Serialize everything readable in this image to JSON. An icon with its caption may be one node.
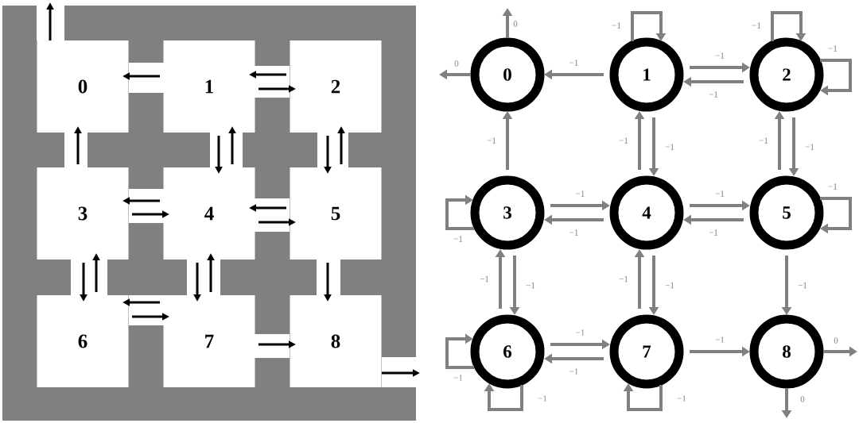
{
  "diagram": {
    "nodes": [
      {
        "text": [
          "0"
        ]
      },
      {
        "text": [
          "1"
        ]
      },
      {
        "text": [
          "2"
        ]
      },
      {
        "text": [
          "3"
        ]
      },
      {
        "text": [
          "4"
        ]
      },
      {
        "text": [
          "5"
        ]
      },
      {
        "text": [
          "6"
        ]
      },
      {
        "text": [
          "7"
        ]
      },
      {
        "text": [
          "8"
        ]
      },
      {
        "text": [
          "0"
        ]
      },
      {
        "text": [
          "1"
        ]
      },
      {
        "text": [
          "2"
        ]
      },
      {
        "text": [
          "3"
        ]
      },
      {
        "text": [
          "4"
        ]
      },
      {
        "text": [
          "5"
        ]
      },
      {
        "text": [
          "6"
        ]
      },
      {
        "text": [
          "7"
        ]
      },
      {
        "text": [
          "8"
        ]
      }
    ],
    "edges": [
      {
        "from": 1,
        "to": 0,
        "arrow": "to",
        "color": "#000000"
      },
      {
        "from": 2,
        "to": 1,
        "arrow": "to",
        "color": "#000000"
      },
      {
        "from": 1,
        "to": 2,
        "arrow": "to",
        "color": "#000000"
      },
      {
        "from": 3,
        "to": 0,
        "arrow": "to",
        "color": "#000000"
      },
      {
        "from": 1,
        "to": 4,
        "arrow": "to",
        "color": "#000000"
      },
      {
        "from": 4,
        "to": 1,
        "arrow": "to",
        "color": "#000000"
      },
      {
        "from": 2,
        "to": 5,
        "arrow": "to",
        "color": "#000000"
      },
      {
        "from": 5,
        "to": 2,
        "arrow": "to",
        "color": "#000000"
      },
      {
        "from": 4,
        "to": 3,
        "arrow": "to",
        "color": "#000000"
      },
      {
        "from": 3,
        "to": 4,
        "arrow": "to",
        "color": "#000000"
      },
      {
        "from": 5,
        "to": 4,
        "arrow": "to",
        "color": "#000000"
      },
      {
        "from": 4,
        "to": 5,
        "arrow": "to",
        "color": "#000000"
      },
      {
        "from": 3,
        "to": 6,
        "arrow": "to",
        "color": "#000000"
      },
      {
        "from": 6,
        "to": 3,
        "arrow": "to",
        "color": "#000000"
      },
      {
        "from": 4,
        "to": 7,
        "arrow": "to",
        "color": "#000000"
      },
      {
        "from": 7,
        "to": 4,
        "arrow": "to",
        "color": "#000000"
      },
      {
        "from": 5,
        "to": 8,
        "arrow": "to",
        "color": "#000000"
      },
      {
        "from": 7,
        "to": 6,
        "arrow": "to",
        "color": "#000000"
      },
      {
        "from": 6,
        "to": 7,
        "arrow": "to",
        "color": "#000000"
      },
      {
        "from": 7,
        "to": 8,
        "arrow": "to",
        "color": "#000000"
      },
      {
        "from": 0,
        "to": null,
        "arrow": "to",
        "color": "#000000"
      },
      {
        "from": 8,
        "to": null,
        "arrow": "to",
        "color": "#000000"
      },
      {
        "from": 10,
        "to": 9,
        "arrow": "to",
        "label": "−1"
      },
      {
        "from": 10,
        "to": 11,
        "arrow": "to",
        "label": "−1"
      },
      {
        "from": 11,
        "to": 10,
        "arrow": "to",
        "label": "−1"
      },
      {
        "from": 12,
        "to": 9,
        "arrow": "to",
        "label": "−1"
      },
      {
        "from": 10,
        "to": 13,
        "arrow": "to",
        "label": "−1"
      },
      {
        "from": 13,
        "to": 10,
        "arrow": "to",
        "label": "−1"
      },
      {
        "from": 11,
        "to": 14,
        "arrow": "to",
        "label": "−1"
      },
      {
        "from": 14,
        "to": 11,
        "arrow": "to",
        "label": "−1"
      },
      {
        "from": 12,
        "to": 13,
        "arrow": "to",
        "label": "−1"
      },
      {
        "from": 13,
        "to": 12,
        "arrow": "to",
        "label": "−1"
      },
      {
        "from": 13,
        "to": 14,
        "arrow": "to",
        "label": "−1"
      },
      {
        "from": 14,
        "to": 13,
        "arrow": "to",
        "label": "−1"
      },
      {
        "from": 12,
        "to": 15,
        "arrow": "to",
        "label": "−1"
      },
      {
        "from": 15,
        "to": 12,
        "arrow": "to",
        "label": "−1"
      },
      {
        "from": 13,
        "to": 16,
        "arrow": "to",
        "label": "−1"
      },
      {
        "from": 16,
        "to": 13,
        "arrow": "to",
        "label": "−1"
      },
      {
        "from": 14,
        "to": 17,
        "arrow": "to",
        "label": "−1"
      },
      {
        "from": 15,
        "to": 16,
        "arrow": "to",
        "label": "−1"
      },
      {
        "from": 16,
        "to": 15,
        "arrow": "to",
        "label": "−1"
      },
      {
        "from": 16,
        "to": 17,
        "arrow": "to",
        "label": "−1"
      },
      {
        "from": 10,
        "to": 10,
        "arrow": "to",
        "label": "−1"
      },
      {
        "from": 11,
        "to": 11,
        "arrow": "to",
        "label": "−1"
      },
      {
        "from": 11,
        "to": 11,
        "arrow": "to",
        "label": "−1"
      },
      {
        "from": 12,
        "to": 12,
        "arrow": "to",
        "label": "−1"
      },
      {
        "from": 14,
        "to": 14,
        "arrow": "to",
        "label": "−1"
      },
      {
        "from": 15,
        "to": 15,
        "arrow": "to",
        "label": "−1"
      },
      {
        "from": 15,
        "to": 15,
        "arrow": "to",
        "label": "−1"
      },
      {
        "from": 16,
        "to": 16,
        "arrow": "to",
        "label": "−1"
      },
      {
        "from": 9,
        "to": null,
        "arrow": "to",
        "label": "0"
      },
      {
        "from": 9,
        "to": null,
        "arrow": "to",
        "label": "0"
      },
      {
        "from": 17,
        "to": null,
        "arrow": "to",
        "label": "0"
      },
      {
        "from": 17,
        "to": null,
        "arrow": "to",
        "label": "0"
      }
    ]
  }
}
